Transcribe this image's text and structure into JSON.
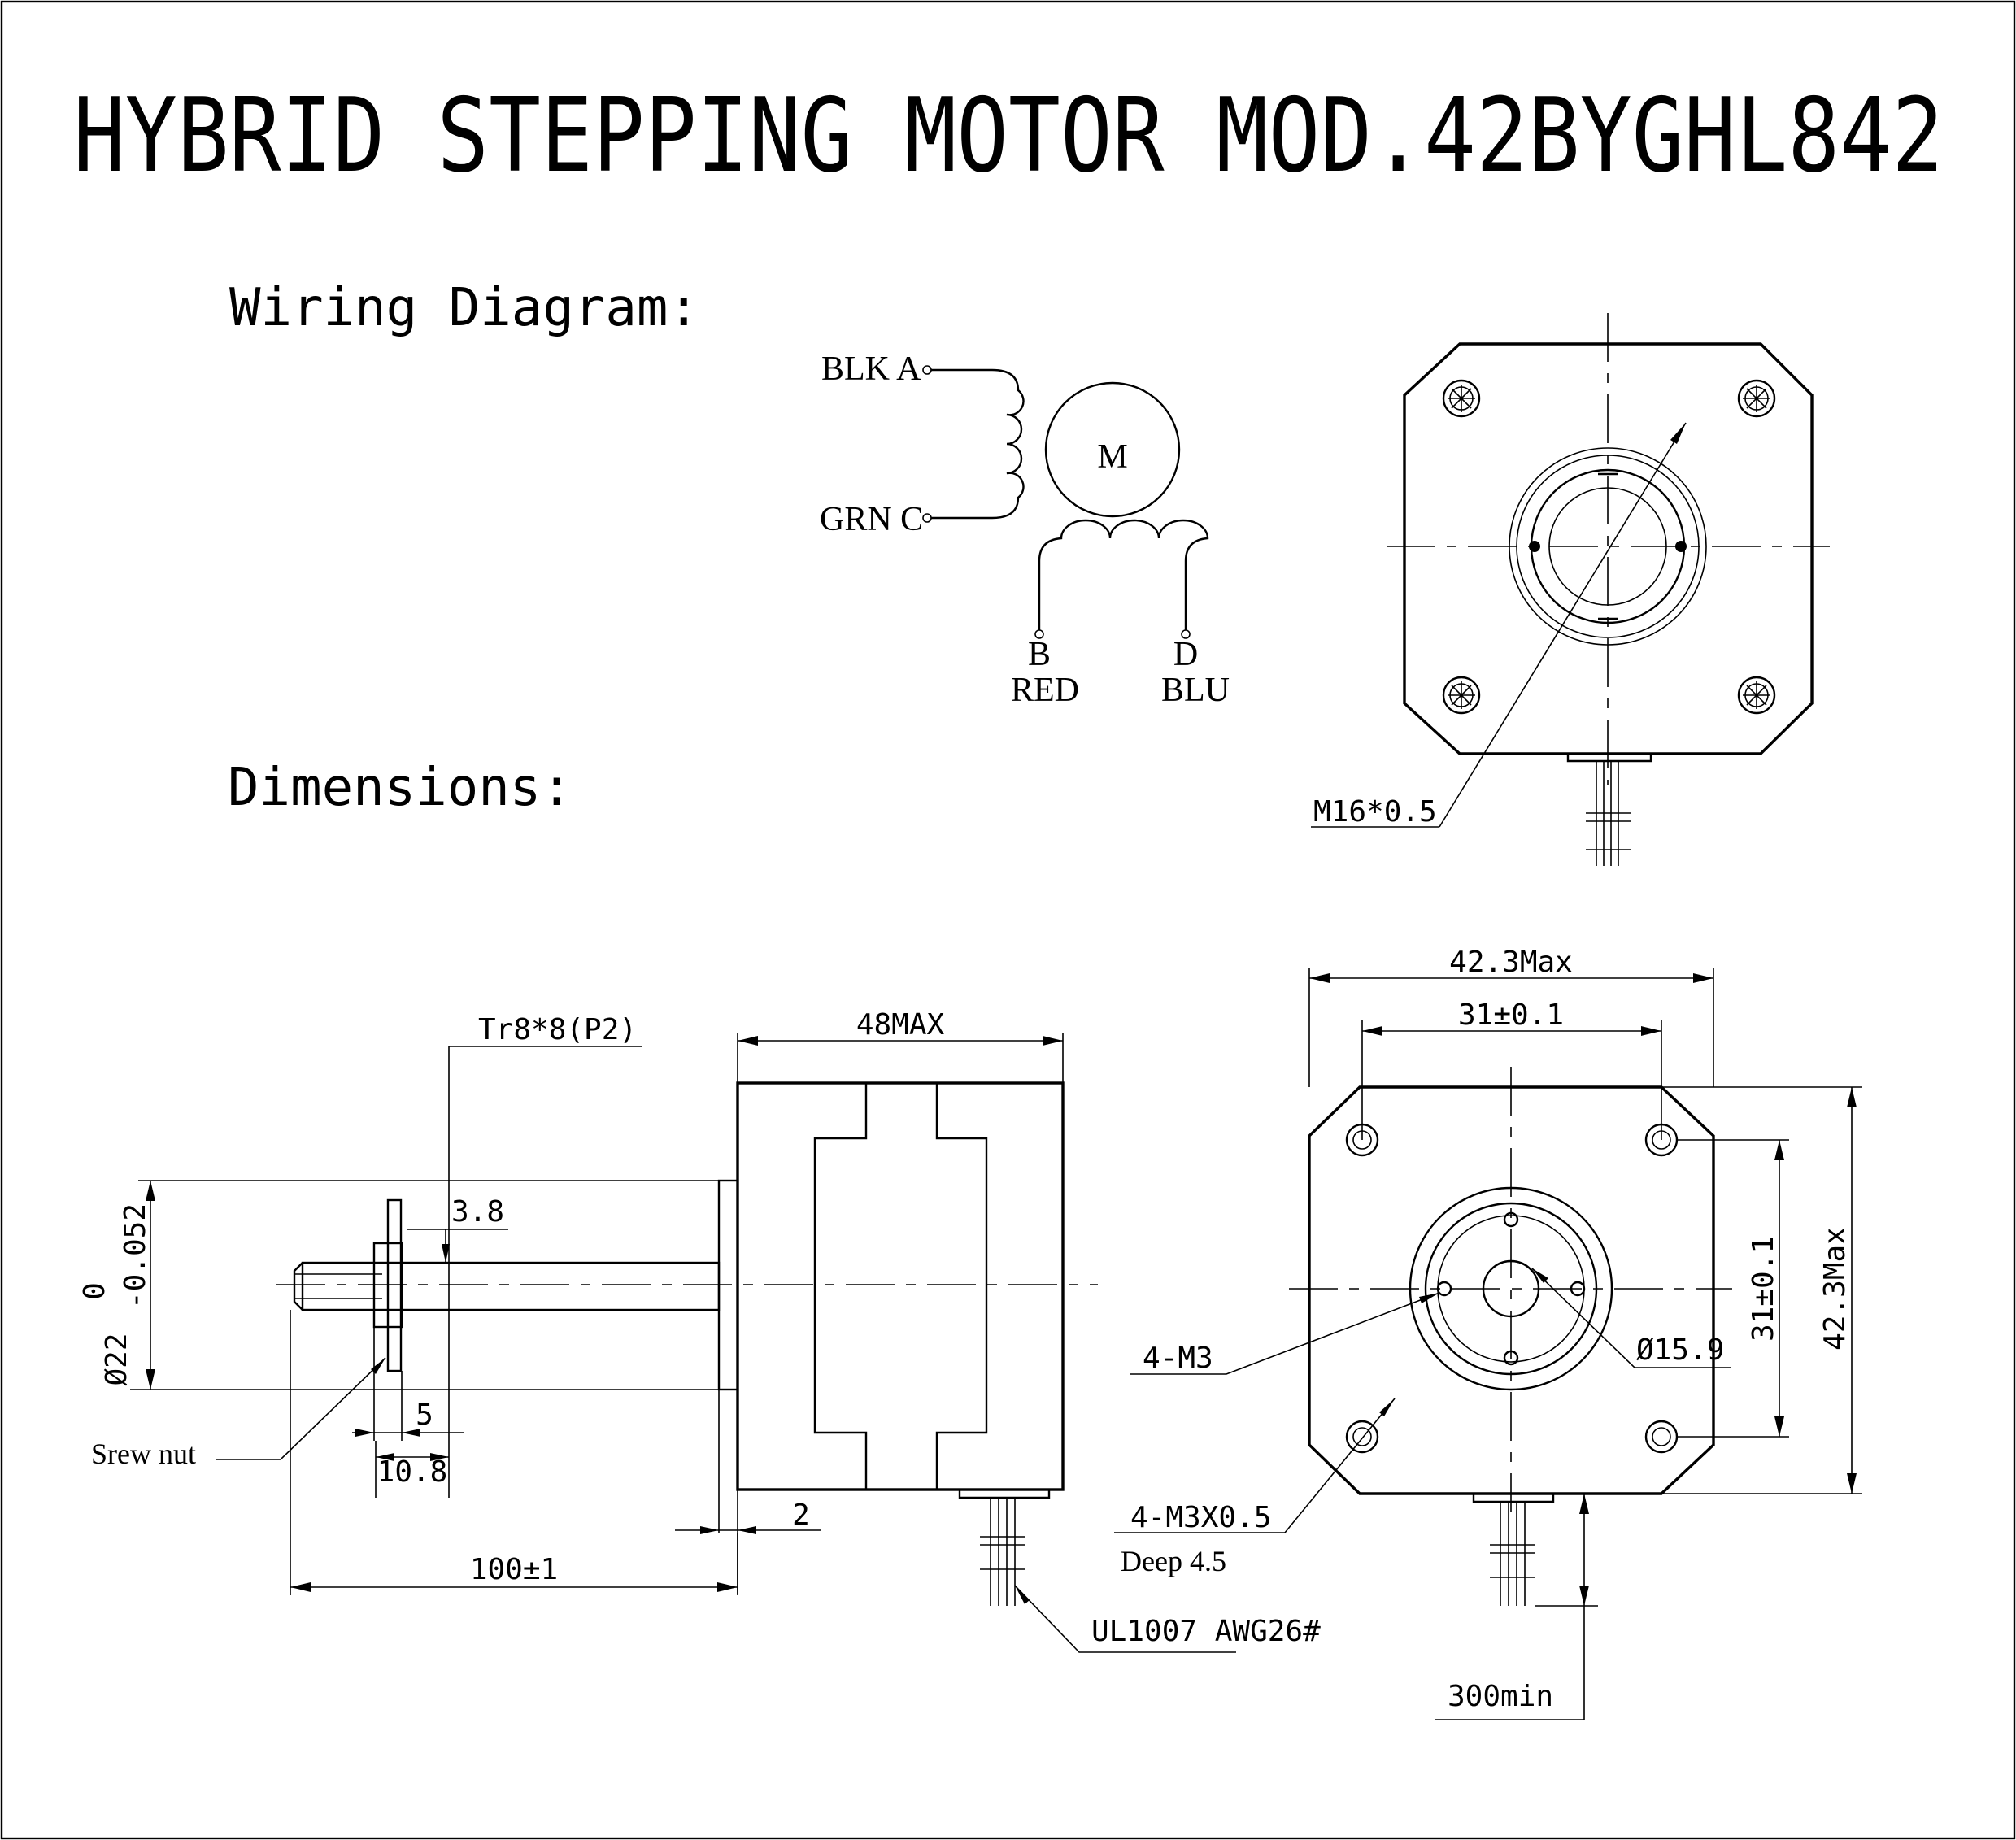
{
  "title": "HYBRID STEPPING MOTOR MOD.42BYGHL842",
  "sections": {
    "wiring": "Wiring Diagram:",
    "dimensions": "Dimensions:"
  },
  "wiring": {
    "motor_symbol": "M",
    "lead_a": "BLK A",
    "lead_c": "GRN C",
    "lead_b_letter": "B",
    "lead_b_color": "RED",
    "lead_d_letter": "D",
    "lead_d_color": "BLU"
  },
  "front_top": {
    "thread": "M16*0.5"
  },
  "side_view": {
    "screw": "Tr8*8(P2)",
    "body_length": "48MAX",
    "flange_gap": "3.8",
    "dia_label": "Ø22",
    "tol_upper": "0",
    "tol_lower": "-0.052",
    "nut_width": "5",
    "nut_total": "10.8",
    "nut_label": "Srew nut",
    "shaft_step": "2",
    "shaft_length": "100±1",
    "cable": "UL1007 AWG26#"
  },
  "front_view": {
    "width_max": "42.3Max",
    "hole_pitch_h": "31±0.1",
    "hole_pitch_v": "31±0.1",
    "height_max": "42.3Max",
    "boss_dia": "Ø15.9",
    "screws": "4-M3",
    "tapped": "4-M3X0.5",
    "depth": "Deep 4.5",
    "lead_length": "300min"
  }
}
